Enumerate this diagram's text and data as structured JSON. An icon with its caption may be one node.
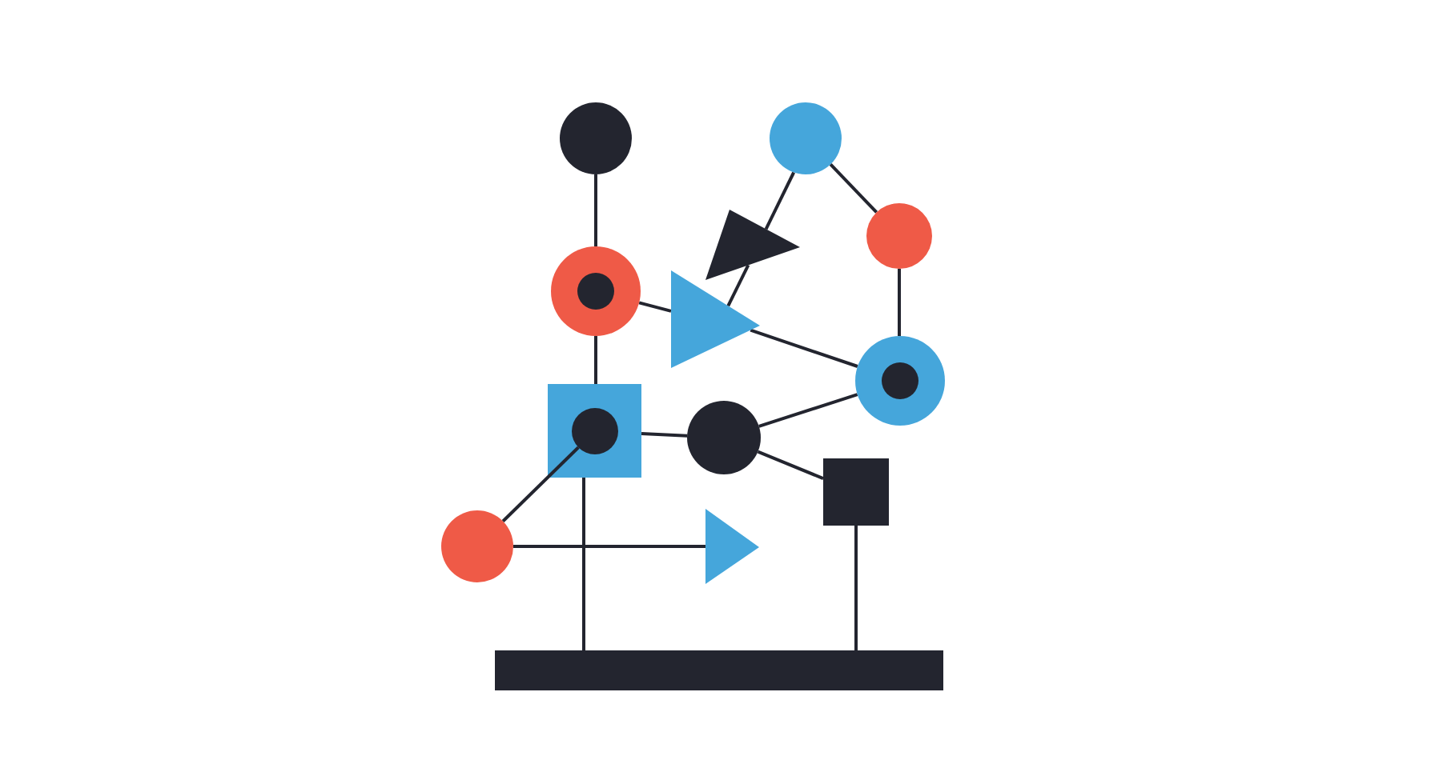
{
  "diagram": {
    "nodes": [
      {
        "text": [],
        "shape": "circle"
      },
      {
        "text": [],
        "shape": "circle"
      },
      {
        "text": [],
        "shape": "circle"
      },
      {
        "text": [],
        "shape": "circle"
      },
      {
        "text": [],
        "shape": "triangle"
      },
      {
        "text": [],
        "shape": "circle"
      },
      {
        "text": [],
        "shape": "box"
      },
      {
        "text": [],
        "shape": "circle"
      },
      {
        "text": [],
        "shape": "box"
      },
      {
        "text": [],
        "shape": "circle"
      },
      {
        "text": [],
        "shape": "triangle"
      },
      {
        "text": [],
        "shape": "bar"
      },
      {
        "text": [],
        "shape": "triangle"
      }
    ],
    "edges": [
      {
        "from": 0,
        "to": 3,
        "arrow": "none"
      },
      {
        "from": 1,
        "to": 2,
        "arrow": "none"
      },
      {
        "from": 1,
        "to": 12,
        "arrow": "none"
      },
      {
        "from": 12,
        "to": 4,
        "arrow": "none"
      },
      {
        "from": 3,
        "to": 4,
        "arrow": "none"
      },
      {
        "from": 4,
        "to": 5,
        "arrow": "none"
      },
      {
        "from": 2,
        "to": 5,
        "arrow": "none"
      },
      {
        "from": 3,
        "to": 6,
        "arrow": "none"
      },
      {
        "from": 6,
        "to": 7,
        "arrow": "none"
      },
      {
        "from": 7,
        "to": 5,
        "arrow": "none"
      },
      {
        "from": 7,
        "to": 8,
        "arrow": "none"
      },
      {
        "from": 6,
        "to": 9,
        "arrow": "none"
      },
      {
        "from": 9,
        "to": 10,
        "arrow": "none"
      },
      {
        "from": 6,
        "to": 11,
        "arrow": "none"
      },
      {
        "from": 8,
        "to": 11,
        "arrow": "none"
      }
    ]
  }
}
